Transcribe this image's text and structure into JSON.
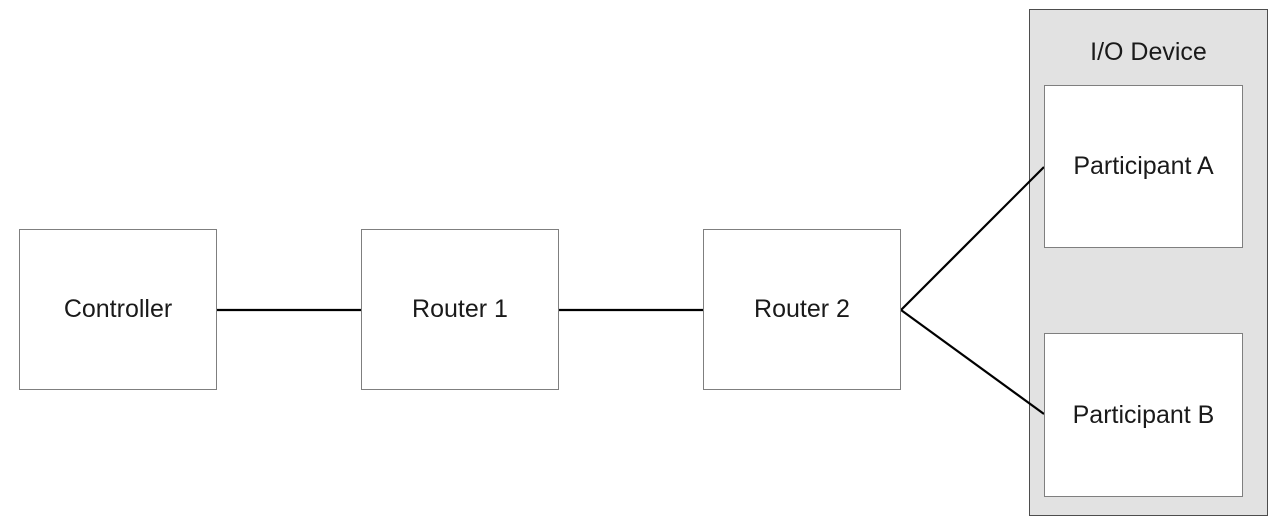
{
  "diagram": {
    "type": "network-topology",
    "nodes": {
      "controller": {
        "label": "Controller"
      },
      "router1": {
        "label": "Router 1"
      },
      "router2": {
        "label": "Router 2"
      },
      "io_device": {
        "title": "I/O Device"
      },
      "participant_a": {
        "label": "Participant A"
      },
      "participant_b": {
        "label": "Participant B"
      }
    },
    "edges": [
      {
        "from": "controller",
        "to": "router1"
      },
      {
        "from": "router1",
        "to": "router2"
      },
      {
        "from": "router2",
        "to": "participant_a"
      },
      {
        "from": "router2",
        "to": "participant_b"
      }
    ],
    "colors": {
      "background": "#ffffff",
      "box_fill": "#ffffff",
      "box_border": "#7f7f7f",
      "container_fill": "#e2e2e2",
      "container_border": "#4d4d4d",
      "connector": "#000000",
      "text": "#1a1a1a"
    }
  }
}
